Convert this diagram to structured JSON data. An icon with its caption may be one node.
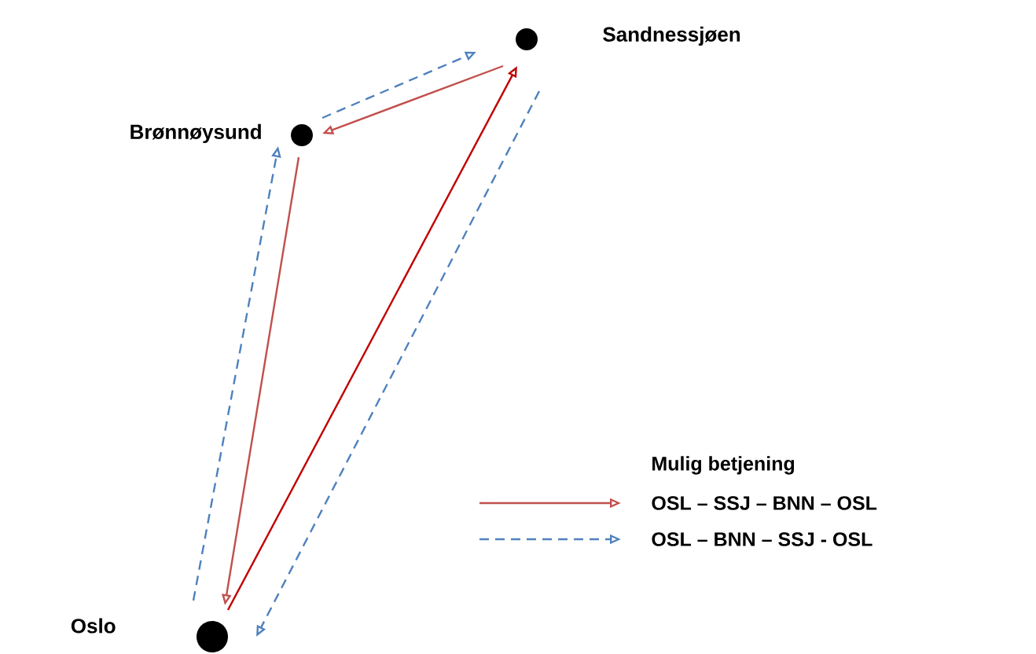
{
  "diagram": {
    "nodes": [
      {
        "text": [
          "Sandnessjøen"
        ]
      },
      {
        "text": [
          "Brønnøysund"
        ]
      },
      {
        "text": [
          "Oslo"
        ]
      }
    ],
    "edges": [
      {
        "from": 2,
        "to": 0,
        "arrow": "to",
        "color": "#c00000"
      },
      {
        "from": 0,
        "to": 1,
        "arrow": "to",
        "color": "#c0504d"
      },
      {
        "from": 1,
        "to": 2,
        "arrow": "to",
        "color": "#c0504d"
      },
      {
        "from": 2,
        "to": 1,
        "arrow": "to",
        "style": "dashed",
        "color": "#4f81bd"
      },
      {
        "from": 1,
        "to": 0,
        "arrow": "to",
        "style": "dashed",
        "color": "#4f81bd"
      },
      {
        "from": 0,
        "to": 2,
        "arrow": "to",
        "style": "dashed",
        "color": "#4f81bd"
      }
    ],
    "labels": [
      "Mulig betjening"
    ],
    "legend": [
      {
        "text": "OSL – SSJ – BNN – OSL"
      },
      {
        "text": "OSL – BNN – SSJ - OSL"
      }
    ]
  }
}
